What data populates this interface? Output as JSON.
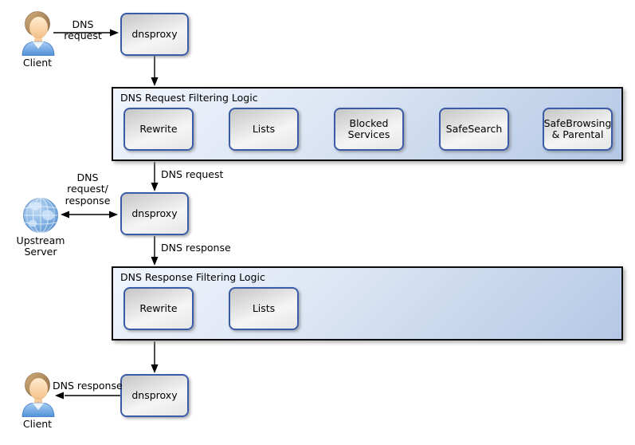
{
  "nodes": {
    "client_top": "Client",
    "client_bottom": "Client",
    "upstream": "Upstream\nServer",
    "proxy_top": "dnsproxy",
    "proxy_middle": "dnsproxy",
    "proxy_bottom": "dnsproxy"
  },
  "containers": {
    "request": {
      "title": "DNS Request Filtering Logic",
      "steps": [
        "Rewrite",
        "Lists",
        "Blocked Services",
        "SafeSearch",
        "SafeBrowsing & Parental"
      ]
    },
    "response": {
      "title": "DNS Response Filtering Logic",
      "steps": [
        "Rewrite",
        "Lists"
      ]
    }
  },
  "edge_labels": {
    "client_request": "DNS request",
    "filtered_request": "DNS request",
    "upstream_exchange": "DNS\nrequest/\nresponse",
    "proxy_response": "DNS response",
    "client_response": "DNS response"
  },
  "icons": {
    "client_top": "person-icon",
    "client_bottom": "person-icon",
    "upstream": "globe-icon"
  },
  "colors": {
    "node_border": "#3a5ca8",
    "node_fill": "#e6e6e6",
    "container_fill_light": "#f1f5fc",
    "container_fill_dark": "#b4c8e5",
    "container_border": "#0d0d0d",
    "arrow": "#000000",
    "background": "#ffffff"
  }
}
